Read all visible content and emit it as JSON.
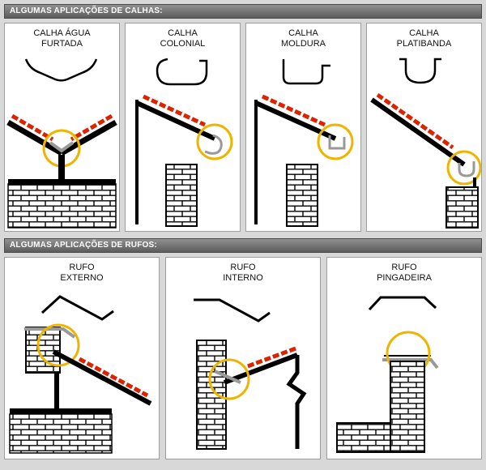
{
  "sections": [
    {
      "header": "ALGUMAS APLICAÇÕES DE CALHAS:",
      "panels": [
        {
          "label_line1": "CALHA ÁGUA",
          "label_line2": "FURTADA",
          "drawing": "valley-gutter-application"
        },
        {
          "label_line1": "CALHA",
          "label_line2": "COLONIAL",
          "drawing": "colonial-gutter-application"
        },
        {
          "label_line1": "CALHA",
          "label_line2": "MOLDURA",
          "drawing": "moldura-gutter-application"
        },
        {
          "label_line1": "CALHA",
          "label_line2": "PLATIBANDA",
          "drawing": "platibanda-gutter-application"
        }
      ]
    },
    {
      "header": "ALGUMAS APLICAÇÕES DE RUFOS:",
      "panels": [
        {
          "label_line1": "RUFO",
          "label_line2": "EXTERNO",
          "drawing": "external-flashing-application"
        },
        {
          "label_line1": "RUFO",
          "label_line2": "INTERNO",
          "drawing": "internal-flashing-application"
        },
        {
          "label_line1": "RUFO",
          "label_line2": "PINGADEIRA",
          "drawing": "drip-flashing-application"
        }
      ]
    }
  ],
  "colors": {
    "highlight_circle": "#EFB400",
    "roof_tiles": "#DD2200",
    "metal_piece": "#999999",
    "line_art": "#000000"
  }
}
